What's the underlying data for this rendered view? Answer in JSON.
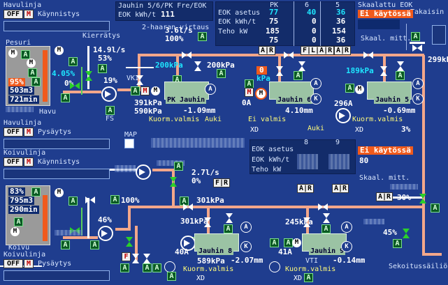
{
  "sections": {
    "havulinja_start": {
      "title": "Havulinja",
      "off": "OFF",
      "m": "M",
      "status": "Käynnistys"
    },
    "havulinja_stop": {
      "title": "Havulinja",
      "off": "OFF",
      "m": "M",
      "status": "Pysäytys"
    },
    "koivulinja_start": {
      "title": "Koivulinja",
      "off": "OFF",
      "m": "M",
      "status": "Käynnistys"
    },
    "koivulinja_stop": {
      "title": "Koivulinja",
      "off": "OFF",
      "m": "M",
      "status": "Pysäytys"
    }
  },
  "header": {
    "jauhin_title": "Jauhin 5/6/PK Fre/EOK",
    "eok_label": "EOK kWh/t",
    "eok_value": "111",
    "kaksihaaran_label": "2-haaran virtaus",
    "skaalattu_title": "Skaalattu EOK",
    "takaisin_label": "Takaisin kierrätys"
  },
  "top_table": {
    "headers": [
      "PK",
      "6",
      "5"
    ],
    "rows": [
      {
        "label": "EOK asetus",
        "values": [
          "77",
          "40",
          "36"
        ]
      },
      {
        "label": "EOK kWh/t",
        "values": [
          "75",
          "0",
          "36"
        ]
      },
      {
        "label": "Teho kW",
        "values": [
          "185",
          "0",
          "154"
        ]
      },
      {
        "label": "",
        "values": [
          "75",
          "0",
          "36"
        ]
      }
    ],
    "ar_left": "A|R",
    "flar": "F|L|A|R",
    "ar_right": "A|R"
  },
  "top_right": {
    "status": "Ei käytössä",
    "skaal": "Skaal. mitt."
  },
  "bottom_table": {
    "headers": [
      "8",
      "9"
    ],
    "rows": [
      {
        "label": "EOK asetus"
      },
      {
        "label": "EOK kWh/t"
      },
      {
        "label": "Teho kW"
      }
    ],
    "ar1": "A|R",
    "ar2": "A|R"
  },
  "bottom_right": {
    "status": "Ei käytössä",
    "value": "80",
    "skaal": "Skaal. mitt.",
    "ar": "A|R"
  },
  "pesuri": {
    "label": "Pesuri",
    "pct": "95%",
    "vol": "503m3",
    "min": "721min",
    "havu": "Havu",
    "flow_pct": "4.05%",
    "zero_pct": "0%",
    "kierratys": "Kierrätys",
    "flow": "14.9l/s",
    "flow_pct2": "53%",
    "valve_pct": "19%",
    "fs": "FS",
    "flow_bot": "3.6l/s",
    "flow_bot_pct": "100%"
  },
  "pk": {
    "vki": "VKI",
    "press": "200kPa",
    "press2": "200kPa",
    "amp": "391kPa",
    "p2": "590kPa",
    "name": "PK Jauhin",
    "gap": "-1.09mm",
    "status": "Kuorm.valmis",
    "state": "Auki"
  },
  "j6": {
    "press_in": "0",
    "press_unit": "kPa",
    "name": "Jauhin 6",
    "amp": "0A",
    "gap": "4.10mm",
    "status": "Ei valmis",
    "state": "Auki",
    "xd": "XD"
  },
  "j5": {
    "press": "189kPa",
    "amp": "296A",
    "name": "Jauhin 5",
    "gap": "-0.69mm",
    "status": "Kuorm.valmis",
    "xd": "XD",
    "pct": "3%"
  },
  "right_side": {
    "press": "299kPa",
    "pct": "30%",
    "sekoitus": "Sekoitussäiliö"
  },
  "koivu": {
    "label": "Koivu",
    "pct": "83%",
    "vol": "795m3",
    "min": "290min",
    "flow": "2.7l/s",
    "flow_pct": "0%",
    "fr": "F|R",
    "map": "MAP",
    "valve_pct": "100%",
    "pump_pct": "46%",
    "press": "301kPa"
  },
  "j8": {
    "press": "301kPa",
    "amp": "40A",
    "p2": "589kPa",
    "name": "Jauhin 8",
    "gap": "-2.07mm",
    "status": "Kuorm.valmis",
    "xd": "XD",
    "f": "F"
  },
  "j9": {
    "press": "245kPa",
    "amp": "41A",
    "name": "Jauhin 9",
    "gap": "-0.14mm",
    "status": "Kuorm.valmis",
    "vti": "VTI",
    "xd": "XD",
    "pct": "45%"
  },
  "icons": {
    "motor": "M",
    "a": "A",
    "r": "R",
    "k": "K"
  }
}
